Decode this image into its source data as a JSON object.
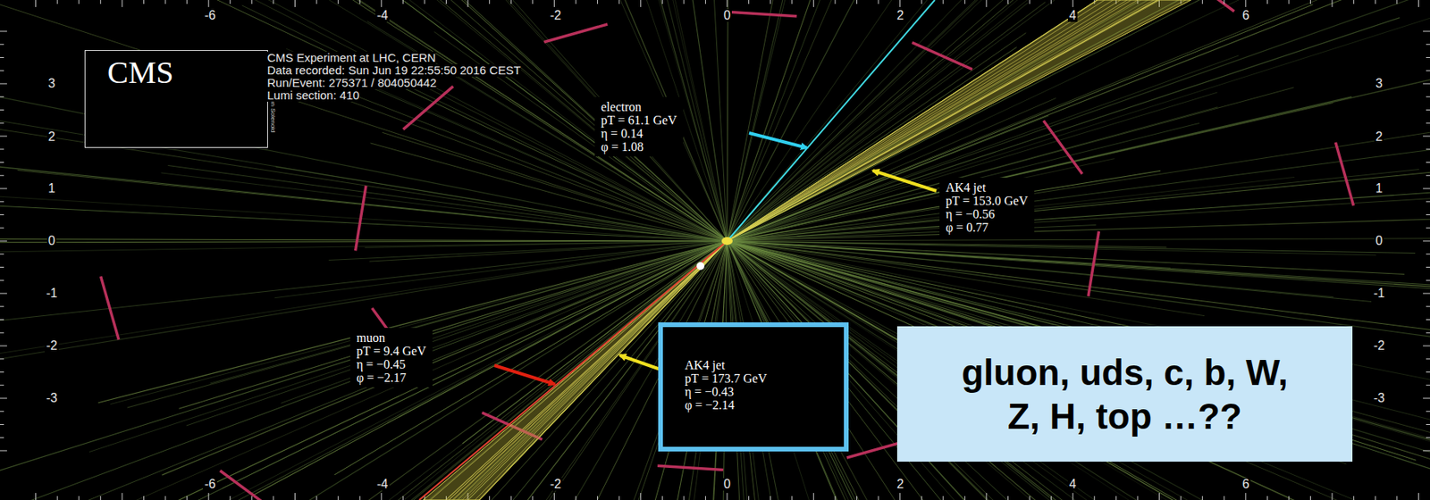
{
  "diagram": {
    "nodes": [
      {
        "text": [
          "CMS",
          "Compact Muon Solenoid"
        ]
      },
      {
        "text": [
          "electron",
          "pT = 61.1 GeV",
          "η = 0.14",
          "φ = 1.08"
        ]
      },
      {
        "text": [
          "AK4 jet",
          "pT = 153.0 GeV",
          "η = −0.56",
          "φ = 0.77"
        ]
      },
      {
        "text": [
          "muon",
          "pT = 9.4 GeV",
          "η = −0.45",
          "φ = −2.17"
        ]
      },
      {
        "text": [
          "AK4 jet",
          "pT = 173.7 GeV",
          "η = −0.43",
          "φ = −2.14"
        ]
      },
      {
        "text": [
          "gluon, uds, c, b, W, Z, H, top …??"
        ]
      }
    ],
    "labels": [
      "CMS Experiment at LHC, CERN",
      "Data recorded: Sun Jun 19 22:55:50 2016 CEST",
      "Run/Event: 275371 / 804050442",
      "Lumi section: 410",
      "-6",
      "-4",
      "-2",
      "0",
      "2",
      "4",
      "6",
      "-6",
      "-4",
      "-2",
      "0",
      "2",
      "4",
      "6",
      "3",
      "2",
      "1",
      "0",
      "-1",
      "-2",
      "-3",
      "3",
      "2",
      "1",
      "0",
      "-1",
      "-2",
      "-3"
    ]
  }
}
